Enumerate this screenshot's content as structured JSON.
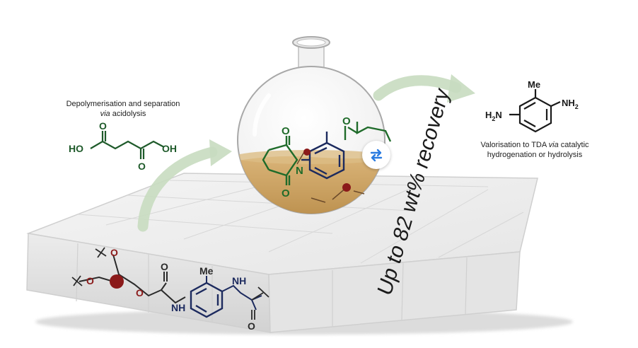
{
  "labels": {
    "depolymerisation_line1": "Depolymerisation and separation",
    "depolymerisation_via": "via",
    "depolymerisation_rest": "acidolysis",
    "valorisation_line1_pre": "Valorisation to TDA",
    "valorisation_via": "via",
    "valorisation_line1_post": "catalytic",
    "valorisation_line2": "hydrogenation or hydrolysis",
    "mattress_text": "Up to 82 wt% recovery"
  },
  "atoms": {
    "oxygen": "O",
    "nitrogen": "N",
    "methyl": "Me",
    "hydroxyl": "HO",
    "hydroxyl_right": "OH",
    "amine": "NH",
    "amine2_right": "NH",
    "amine2_left": "H",
    "subscript_2": "2",
    "hydrogen": "H"
  },
  "colors": {
    "acid_green": "#1e5a2a",
    "structure_green": "#1f6b2a",
    "ring_navy": "#1c2a5e",
    "polyol_red": "#8b1a1a",
    "arrow_green": "#c8dcc0",
    "liquid": "#c79a52",
    "badge_blue": "#2a7be0"
  },
  "icons": {
    "badge": "swap-arrows-icon"
  }
}
